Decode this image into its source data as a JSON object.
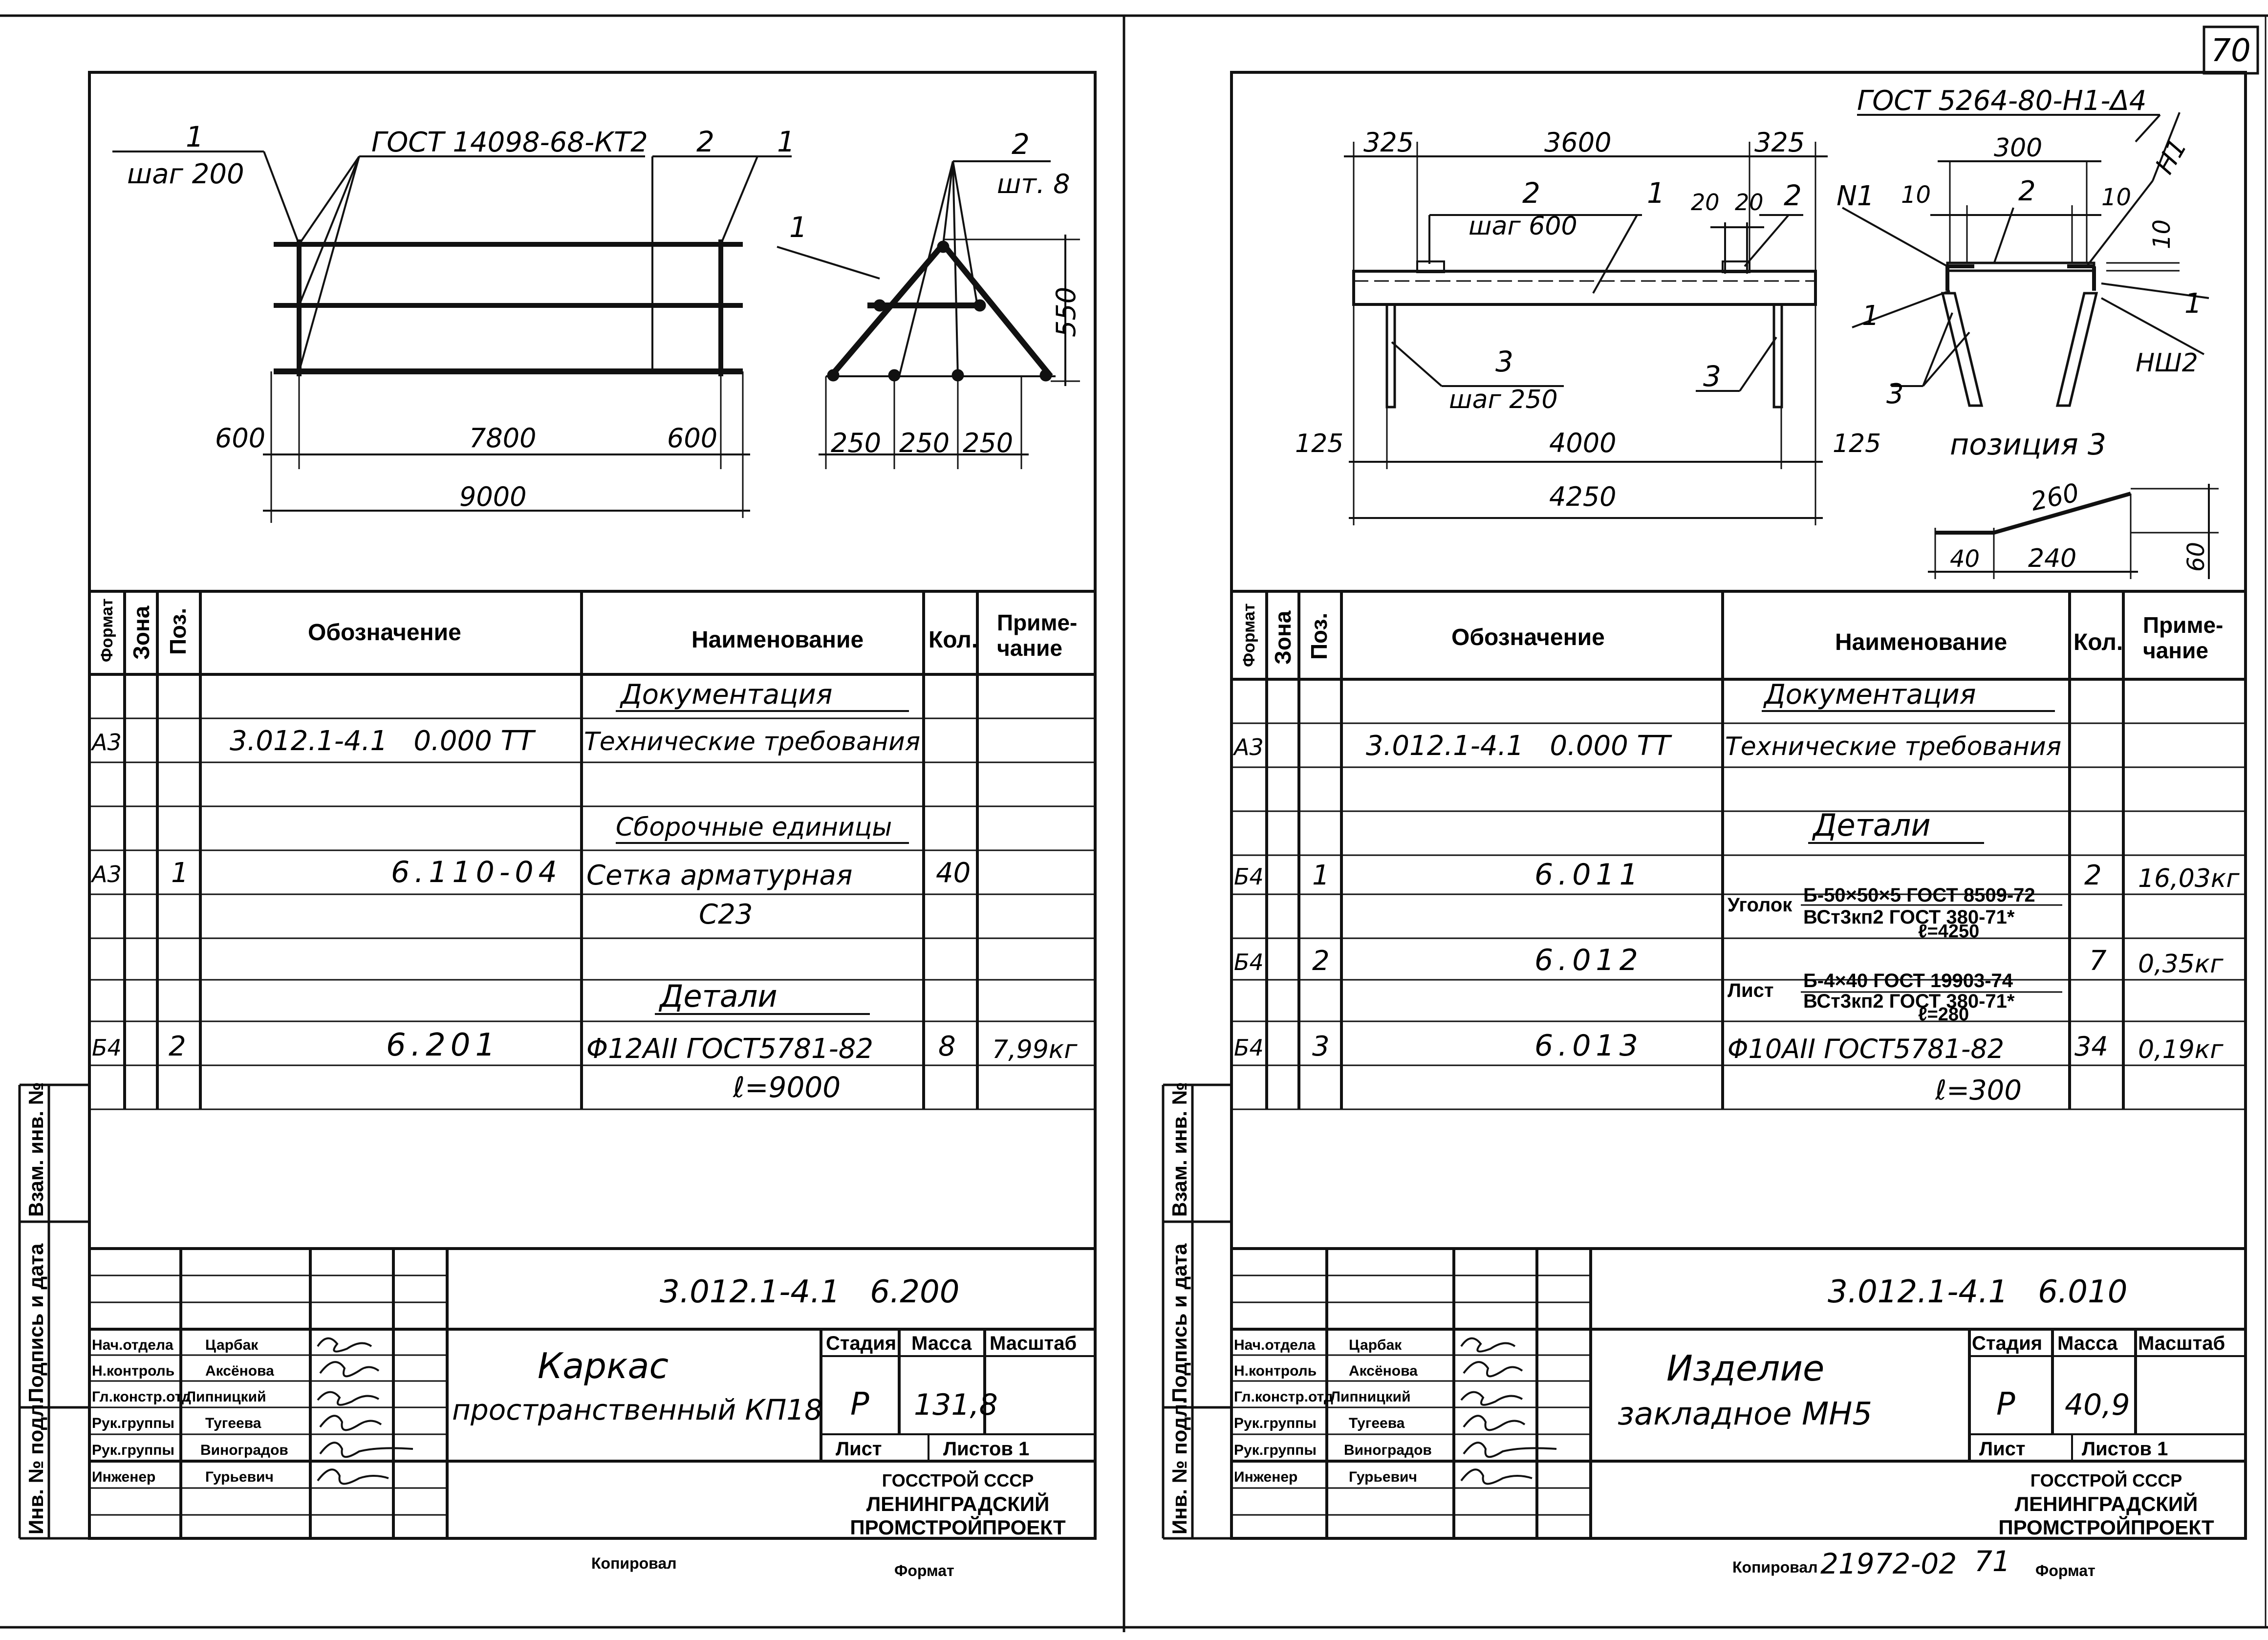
{
  "page_number": "70",
  "left": {
    "drawing": {
      "gost_ref": "ГОСТ 14098-68-КТ2",
      "step_label": "шаг 200",
      "pos1": "1",
      "pos2": "2",
      "count": "шт. 8",
      "dims": {
        "d600a": "600",
        "d7800": "7800",
        "d600b": "600",
        "d9000": "9000",
        "d250a": "250",
        "d250b": "250",
        "d250c": "250",
        "d550": "550"
      }
    },
    "spec": {
      "headers": {
        "format": "Формат",
        "zone": "Зона",
        "pos": "Поз.",
        "designation": "Обозначение",
        "name": "Наименование",
        "qty": "Кол.",
        "note": "Приме-\nчание"
      },
      "section_docs": "Документация",
      "doc_format": "А3",
      "doc_code": "3.012.1-4.1   0.000 ТТ",
      "doc_name": "Технические требования",
      "section_units": "Сборочные единицы",
      "unit_format": "А3",
      "unit_pos": "1",
      "unit_code": "6.110-04",
      "unit_name": "Сетка арматурная",
      "unit_name2": "С23",
      "unit_qty": "40",
      "section_parts": "Детали",
      "part_format": "Б4",
      "part_pos": "2",
      "part_code": "6.201",
      "part_name": "Φ12АII  ГОСТ5781-82",
      "part_name2": "ℓ=9000",
      "part_qty": "8",
      "part_note": "7,99кг"
    },
    "title_block": {
      "doc_code": "3.012.1-4.1   6.200",
      "title": "Каркас пространственный КП18",
      "stage_label": "Стадия",
      "mass_label": "Масса",
      "scale_label": "Масштаб",
      "stage": "Р",
      "mass": "131,8",
      "sheet_label": "Лист",
      "sheets_label": "Листов 1",
      "org1": "ГОССТРОЙ СССР",
      "org2": "ЛЕНИНГРАДСКИЙ",
      "org3": "ПРОМСТРОЙПРОЕКТ",
      "roles": [
        "Нач.отдела",
        "Н.контроль",
        "Гл.констр.отд",
        "Рук.группы",
        "Рук.группы",
        "Инженер"
      ],
      "names": [
        "Царбак",
        "Аксёнова",
        "Липницкий",
        "Тугеева",
        "Виноградов",
        "Гурьевич"
      ],
      "copied": "Копировал",
      "format": "Формат"
    },
    "side": {
      "inv_podl": "Инв. № подл.",
      "podpis": "Подпись и дата",
      "vzam": "Взам. инв. №"
    }
  },
  "right": {
    "drawing": {
      "gost_ref": "ГОСТ 5264-80-Н1-Δ4",
      "step600": "шаг 600",
      "step250": "шаг 250",
      "pos_label": "позиция 3",
      "n1": "N1",
      "h1": "Н1",
      "hsh2": "НШ2",
      "dims": {
        "d325a": "325",
        "d3600": "3600",
        "d325b": "325",
        "d20a": "20",
        "d20b": "20",
        "d125a": "125",
        "d4000": "4000",
        "d125b": "125",
        "d4250": "4250",
        "d300": "300",
        "d10a": "10",
        "d10b": "10",
        "d10c": "10",
        "d260": "260",
        "d40": "40",
        "d240": "240",
        "d60": "60"
      }
    },
    "spec": {
      "section_docs": "Документация",
      "doc_format": "А3",
      "doc_code": "3.012.1-4.1   0.000 ТТ",
      "doc_name": "Технические требования",
      "section_parts": "Детали",
      "rows": [
        {
          "format": "Б4",
          "pos": "1",
          "code": "6.011",
          "name_prefix": "Уголок",
          "name_top": "Б-50×50×5 ГОСТ 8509-72",
          "name_bottom": "ВСт3кп2 ГОСТ 380-71*",
          "name_len": "ℓ=4250",
          "qty": "2",
          "note": "16,03кг"
        },
        {
          "format": "Б4",
          "pos": "2",
          "code": "6.012",
          "name_prefix": "Лист",
          "name_top": "Б-4×40 ГОСТ 19903-74",
          "name_bottom": "ВСт3кп2 ГОСТ 380-71*",
          "name_len": "ℓ=280",
          "qty": "7",
          "note": "0,35кг"
        },
        {
          "format": "Б4",
          "pos": "3",
          "code": "6.013",
          "name_prefix": "",
          "name_top": "Φ10АII  ГОСТ5781-82",
          "name_bottom": "",
          "name_len": "ℓ=300",
          "qty": "34",
          "note": "0,19кг"
        }
      ]
    },
    "title_block": {
      "doc_code": "3.012.1-4.1   6.010",
      "title": "Изделие закладное МН5",
      "stage": "Р",
      "mass": "40,9",
      "sheets_label": "Листов 1",
      "copied": "Копировал",
      "inv_no": "21972-02",
      "sheet_no": "71",
      "format": "Формат"
    }
  }
}
